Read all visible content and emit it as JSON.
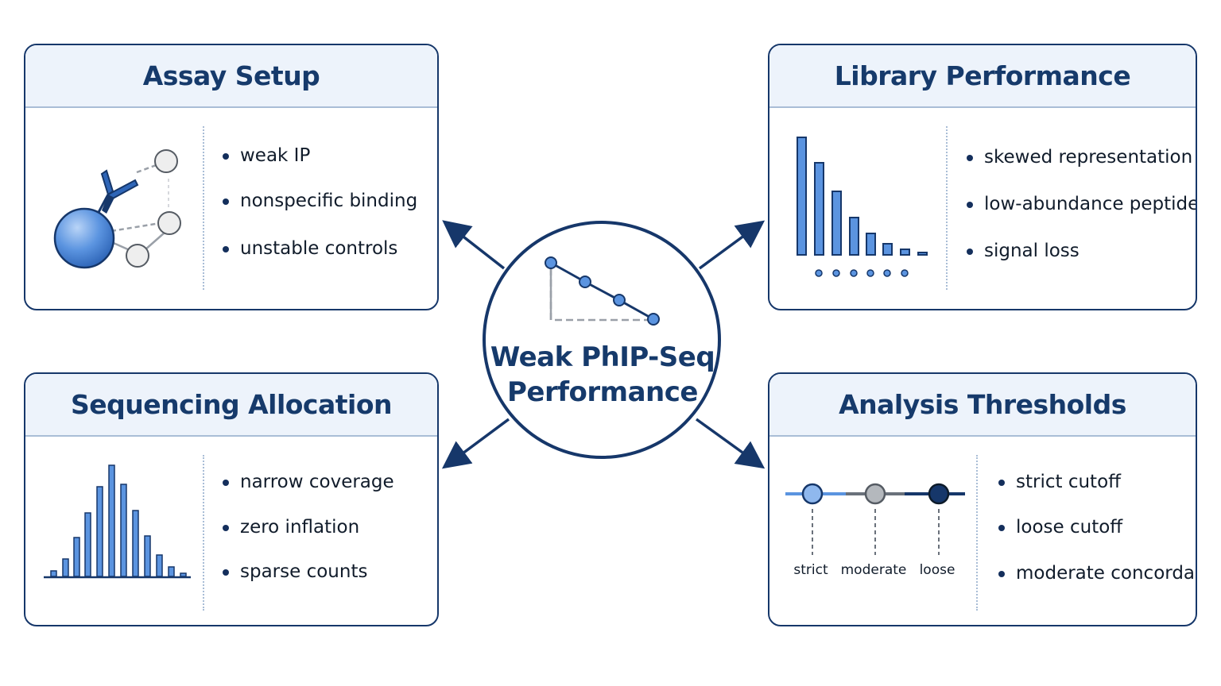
{
  "center": {
    "title_line1": "Weak PhIP-Seq",
    "title_line2": "Performance"
  },
  "panels": {
    "assay_setup": {
      "title": "Assay Setup",
      "bullets": [
        "weak IP",
        "nonspecific binding",
        "unstable controls"
      ]
    },
    "library_performance": {
      "title": "Library Performance",
      "bullets": [
        "skewed representation",
        "low-abundance peptides",
        "signal loss"
      ]
    },
    "sequencing_allocation": {
      "title": "Sequencing Allocation",
      "bullets": [
        "narrow coverage",
        "zero inflation",
        "sparse counts"
      ]
    },
    "analysis_thresholds": {
      "title": "Analysis Thresholds",
      "bullets": [
        "strict cutoff",
        "loose cutoff",
        "moderate concordance"
      ],
      "slider_labels": [
        "strict",
        "moderate",
        "loose"
      ]
    }
  },
  "colors": {
    "navy": "#16376a",
    "blue": "#5b94e0",
    "light_blue": "#8fb8ee",
    "gray": "#9aa0a8",
    "panel_header": "#edf3fb"
  },
  "icons": {
    "assay": "antibody-bead-icon",
    "library": "decreasing-bars-icon",
    "sequencing": "histogram-icon",
    "thresholds": "slider-icon",
    "center": "decreasing-line-icon"
  }
}
